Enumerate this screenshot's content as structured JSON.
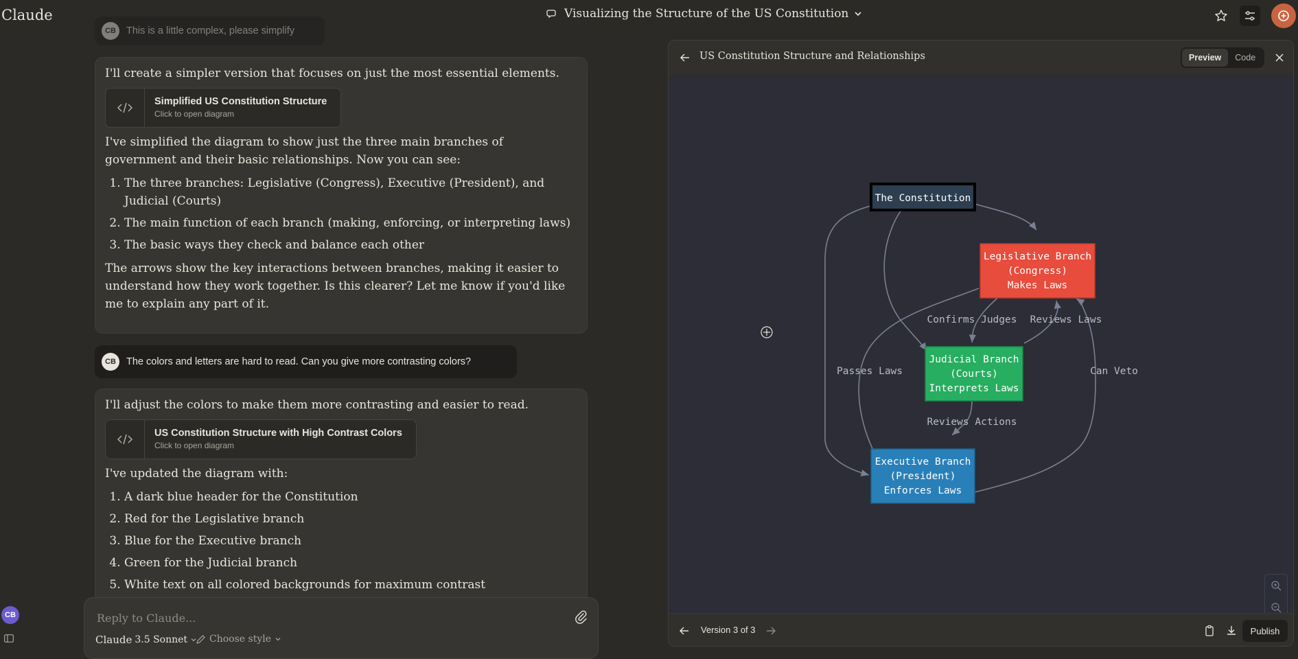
{
  "app": {
    "name": "Claude",
    "conversation_title": "Visualizing the Structure of the US Constitution"
  },
  "user": {
    "initials": "CB"
  },
  "messages": {
    "user_1": "This is a little complex, please simplify",
    "ai_1": {
      "intro": "I'll create a simpler version that focuses on just the most essential elements.",
      "artifact": {
        "title": "Simplified US Constitution Structure",
        "subtitle": "Click to open diagram"
      },
      "para1": "I've simplified the diagram to show just the three main branches of government and their basic relationships. Now you can see:",
      "list": [
        "The three branches: Legislative (Congress), Executive (President), and Judicial (Courts)",
        "The main function of each branch (making, enforcing, or interpreting laws)",
        "The basic ways they check and balance each other"
      ],
      "para2": "The arrows show the key interactions between branches, making it easier to understand how they work together. Is this clearer? Let me know if you'd like me to explain any part of it."
    },
    "user_2": "The colors and letters are hard to read. Can you give more contrasting colors?",
    "ai_2": {
      "intro": "I'll adjust the colors to make them more contrasting and easier to read.",
      "artifact": {
        "title": "US Constitution Structure with High Contrast Colors",
        "subtitle": "Click to open diagram"
      },
      "para1": "I've updated the diagram with:",
      "list": [
        "A dark blue header for the Constitution",
        "Red for the Legislative branch",
        "Blue for the Executive branch",
        "Green for the Judicial branch",
        "White text on all colored backgrounds for maximum contrast"
      ]
    }
  },
  "composer": {
    "placeholder": "Reply to Claude...",
    "model_name": "Claude",
    "model_version": "3.5 Sonnet",
    "style_label": "Choose style"
  },
  "artifact_panel": {
    "title": "US Constitution Structure and Relationships",
    "tabs": {
      "preview": "Preview",
      "code": "Code"
    },
    "active_tab": "Preview",
    "version_label": "Version 3 of 3",
    "publish_label": "Publish",
    "diagram": {
      "nodes": {
        "constitution": {
          "lines": [
            "The Constitution"
          ],
          "color": "#2c3e50"
        },
        "legislative": {
          "lines": [
            "Legislative Branch",
            "(Congress)",
            "Makes Laws"
          ],
          "color": "#e74c3c"
        },
        "judicial": {
          "lines": [
            "Judicial Branch",
            "(Courts)",
            "Interprets Laws"
          ],
          "color": "#27ae60"
        },
        "executive": {
          "lines": [
            "Executive Branch",
            "(President)",
            "Enforces Laws"
          ],
          "color": "#2980b9"
        }
      },
      "edge_labels": {
        "confirms": "Confirms Judges",
        "reviews_laws": "Reviews Laws",
        "passes": "Passes Laws",
        "can_veto": "Can Veto",
        "reviews_actions": "Reviews Actions"
      }
    }
  },
  "colors": {
    "background": "#2b2a27",
    "accent": "#c96442",
    "panel_bg": "#2c2d36",
    "edge": "#7a7f94"
  }
}
